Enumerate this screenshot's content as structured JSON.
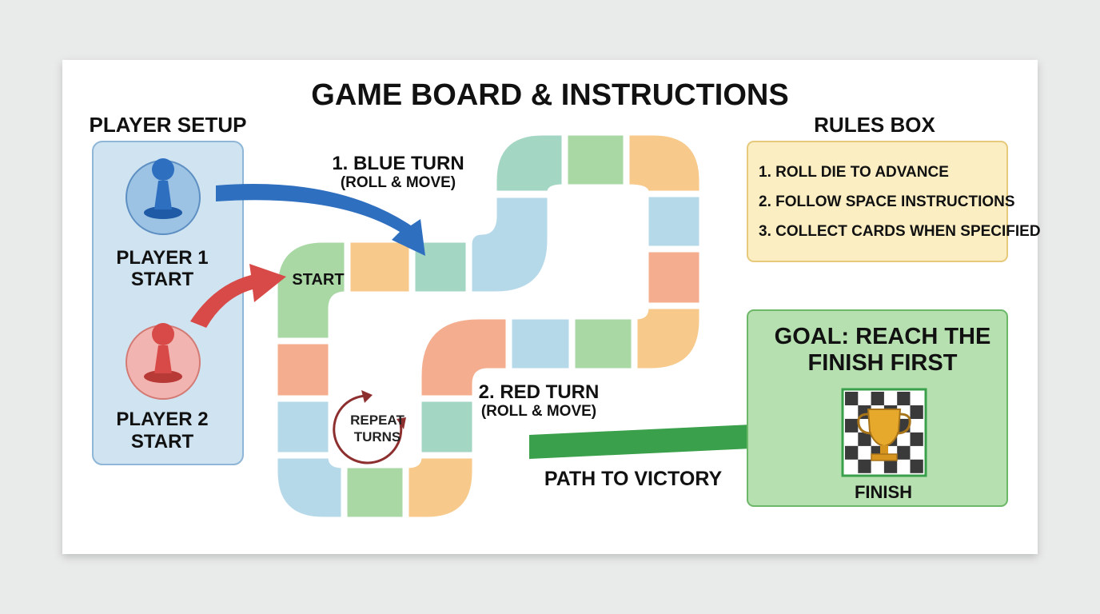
{
  "title": "GAME BOARD & INSTRUCTIONS",
  "player_setup": {
    "heading": "PLAYER SETUP",
    "player1_line1": "PLAYER 1",
    "player1_line2": "START",
    "player2_line1": "PLAYER 2",
    "player2_line2": "START"
  },
  "board": {
    "start_label": "START",
    "repeat_line1": "REPEAT",
    "repeat_line2": "TURNS",
    "blue_turn_label": "1. BLUE TURN",
    "blue_turn_sub": "(ROLL & MOVE)",
    "red_turn_label": "2. RED TURN",
    "red_turn_sub": "(ROLL & MOVE)",
    "path_label": "PATH TO VICTORY"
  },
  "rules": {
    "heading": "RULES BOX",
    "items": [
      "1. ROLL DIE TO ADVANCE",
      "2. FOLLOW SPACE INSTRUCTIONS",
      "3. COLLECT CARDS WHEN SPECIFIED"
    ]
  },
  "goal": {
    "line1": "GOAL: REACH THE",
    "line2": "FINISH FIRST",
    "finish_label": "FINISH"
  },
  "colors": {
    "blue": "#2f6fbf",
    "red": "#d84a47",
    "green": "#3aa04b",
    "tile_green": "#a9d8a4",
    "tile_blue": "#b6d9ea",
    "tile_orange": "#f7c98a",
    "tile_salmon": "#f4ad8e",
    "tile_teal": "#a4d6c4"
  }
}
